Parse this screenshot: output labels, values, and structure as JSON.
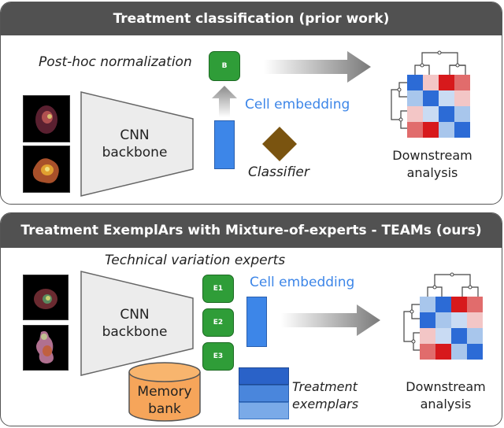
{
  "top": {
    "title": "Treatment classification (prior work)",
    "post_hoc_label": "Post-hoc normalization",
    "norm_box_label": "B",
    "cnn_line1": "CNN",
    "cnn_line2": "backbone",
    "embedding_label": "Cell embedding",
    "classifier_label": "Classifier",
    "downstream_line1": "Downstream",
    "downstream_line2": "analysis"
  },
  "bottom": {
    "title": "Treatment ExemplArs with Mixture-of-experts - TEAMs (ours)",
    "experts_label": "Technical variation experts",
    "experts": [
      "E1",
      "E2",
      "E3"
    ],
    "cnn_line1": "CNN",
    "cnn_line2": "backbone",
    "embedding_label": "Cell embedding",
    "memory_line1": "Memory",
    "memory_line2": "bank",
    "exemplars_line1": "Treatment",
    "exemplars_line2": "exemplars",
    "downstream_line1": "Downstream",
    "downstream_line2": "analysis"
  },
  "colors": {
    "header": "#515151",
    "expert_green": "#2f9d38",
    "embedding_blue": "#3d86e8",
    "classifier_brown": "#7a5410",
    "memory_orange": "#f6a55a",
    "heat_red": "#d7191c",
    "heat_blue": "#2c6bd6"
  }
}
